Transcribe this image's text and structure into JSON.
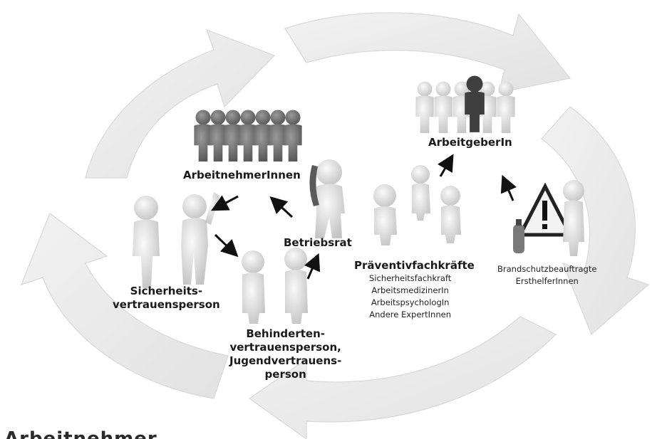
{
  "labels": {
    "arbeitnehmer": "ArbeitnehmerInnen",
    "arbeitgeber": "ArbeitgeberIn",
    "betriebsrat": "Betriebsrat",
    "sicherheitsvertrauensperson": [
      "Sicherheits-",
      "vertrauensperson"
    ],
    "behinderten": [
      "Behinderten-",
      "vertrauensperson,",
      "Jugendvertrauens-",
      "person"
    ],
    "praeventivfachkraefte": "Präventivfachkräfte",
    "praeventiv_list": [
      "Sicherheitsfachkraft",
      "ArbeitsmedizinerIn",
      "ArbeitspsychologIn",
      "Andere ExpertInnen"
    ],
    "brandschutz": [
      "Brandschutzbeauftragte",
      "ErsthelferInnen"
    ]
  },
  "footer_text": "Arbeitnehmer",
  "colors": {
    "cycle_arrow": "#e9e9e9",
    "cycle_arrow_edge": "#dcdcdc",
    "figure_light": "#e3e3e3",
    "figure_shade": "#bdbdbd",
    "figure_group": "#6f6f6f",
    "figure_dark": "#3a3a3a",
    "arrow": "#111111"
  },
  "icons": [
    "cycle-arrows",
    "person-figures",
    "warning-sign-icon",
    "phone-icon",
    "fire-extinguisher-icon"
  ]
}
